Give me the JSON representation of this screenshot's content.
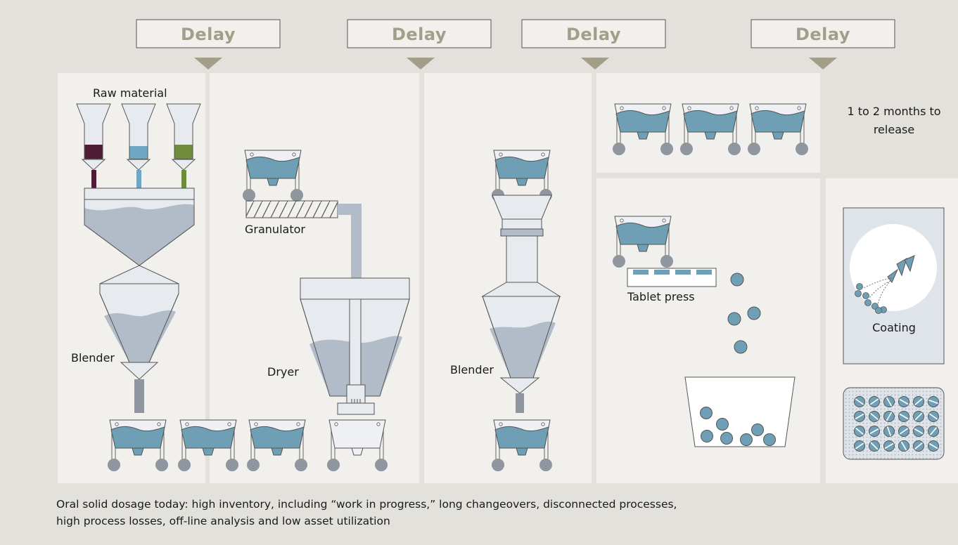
{
  "delays": [
    "Delay",
    "Delay",
    "Delay",
    "Delay"
  ],
  "labels": {
    "raw_material": "Raw material",
    "granulator": "Granulator",
    "blender_1": "Blender",
    "dryer": "Dryer",
    "blender_2": "Blender",
    "tablet_press": "Tablet press",
    "coating": "Coating",
    "release_line1": "1 to 2 months to",
    "release_line2": "release"
  },
  "caption": {
    "line1": "Oral solid dosage today: high inventory, including “work in progress,” long changeovers, disconnected processes,",
    "line2": "high process losses, off-line analysis and low asset utilization"
  },
  "colors": {
    "background": "#e3e1dc",
    "panel": "#f1f0ed",
    "liquid": "#6e9fb4",
    "equipment_fill": "#e7eaef",
    "material": "#b2bcc8",
    "raw_purple": "#4e1d35",
    "raw_blue": "#6ea6c4",
    "raw_green": "#6f8c3b",
    "delay_text": "#a39e8a",
    "wheel": "#8f969f"
  }
}
